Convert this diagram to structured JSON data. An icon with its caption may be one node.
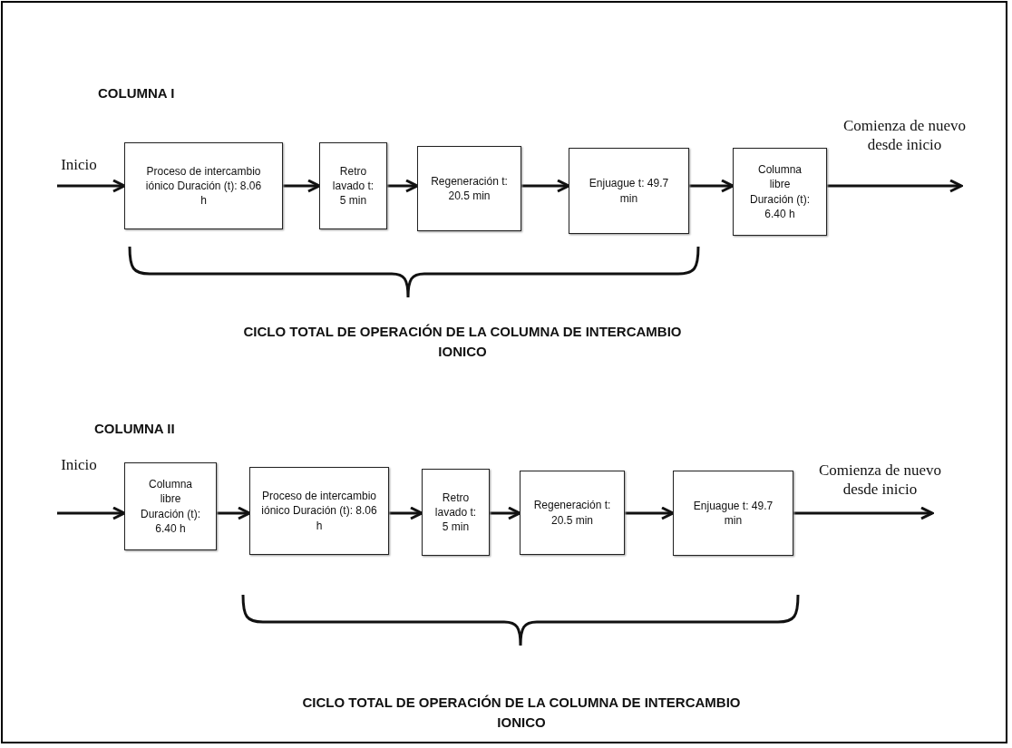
{
  "diagram": {
    "nodes": [
      {
        "text": [
          "Proceso de intercambio iónico Duración (t): 8.06 h"
        ]
      },
      {
        "text": [
          "Retro lavado t: 5 min"
        ]
      },
      {
        "text": [
          "Regeneración t: 20.5 min"
        ]
      },
      {
        "text": [
          "Enjuague t: 49.7 min"
        ]
      },
      {
        "text": [
          "Columna libre Duración (t): 6.40 h"
        ]
      },
      {
        "text": [
          "Columna libre Duración (t): 6.40 h"
        ]
      },
      {
        "text": [
          "Proceso de intercambio iónico Duración (t): 8.06 h"
        ]
      },
      {
        "text": [
          "Retro lavado t: 5 min"
        ]
      },
      {
        "text": [
          "Regeneración t: 20.5 min"
        ]
      },
      {
        "text": [
          "Enjuague t: 49.7 min"
        ]
      }
    ],
    "edges": [
      {
        "from": null,
        "to": 0,
        "arrow": "to",
        "label": "Inicio"
      },
      {
        "from": 0,
        "to": 1,
        "arrow": "to"
      },
      {
        "from": 1,
        "to": 2,
        "arrow": "to"
      },
      {
        "from": 2,
        "to": 3,
        "arrow": "to"
      },
      {
        "from": 3,
        "to": 4,
        "arrow": "to"
      },
      {
        "from": 4,
        "to": null,
        "arrow": "to",
        "label": "Comienza de nuevo desde inicio"
      },
      {
        "from": null,
        "to": 5,
        "arrow": "to",
        "label": "Inicio"
      },
      {
        "from": 5,
        "to": 6,
        "arrow": "to"
      },
      {
        "from": 6,
        "to": 7,
        "arrow": "to"
      },
      {
        "from": 7,
        "to": 8,
        "arrow": "to"
      },
      {
        "from": 8,
        "to": 9,
        "arrow": "to"
      },
      {
        "from": 9,
        "to": null,
        "arrow": "to",
        "label": "Comienza de nuevo desde inicio"
      }
    ],
    "labels": [
      "COLUMNA I",
      "CICLO TOTAL DE OPERACIÓN DE LA COLUMNA DE INTERCAMBIO IONICO",
      "COLUMNA II",
      "CICLO TOTAL DE OPERACIÓN DE LA COLUMNA DE INTERCAMBIO IONICO"
    ]
  }
}
